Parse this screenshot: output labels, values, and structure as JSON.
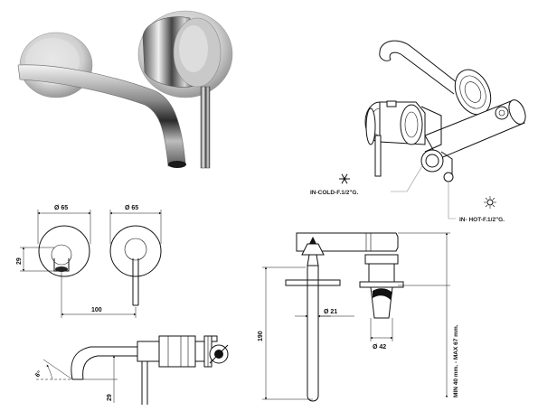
{
  "labels": {
    "cold_inlet": "IN-COLD-F.1/2\"G.",
    "hot_inlet": "IN- HOT-F.1/2\"G."
  },
  "dimensions": {
    "front_left_diameter": "Ø 65",
    "front_right_diameter": "Ø 65",
    "front_height": "29",
    "front_spacing": "100",
    "side_height": "190",
    "side_pipe_diameter": "Ø 21",
    "side_body_diameter": "Ø 42",
    "wall_depth_range": "MIN 40 mm. - MAX 67 mm.",
    "spout_angle": "6°",
    "spout_drop": "29"
  },
  "icons": {
    "cold": "snowflake-icon",
    "hot": "sun-icon"
  }
}
